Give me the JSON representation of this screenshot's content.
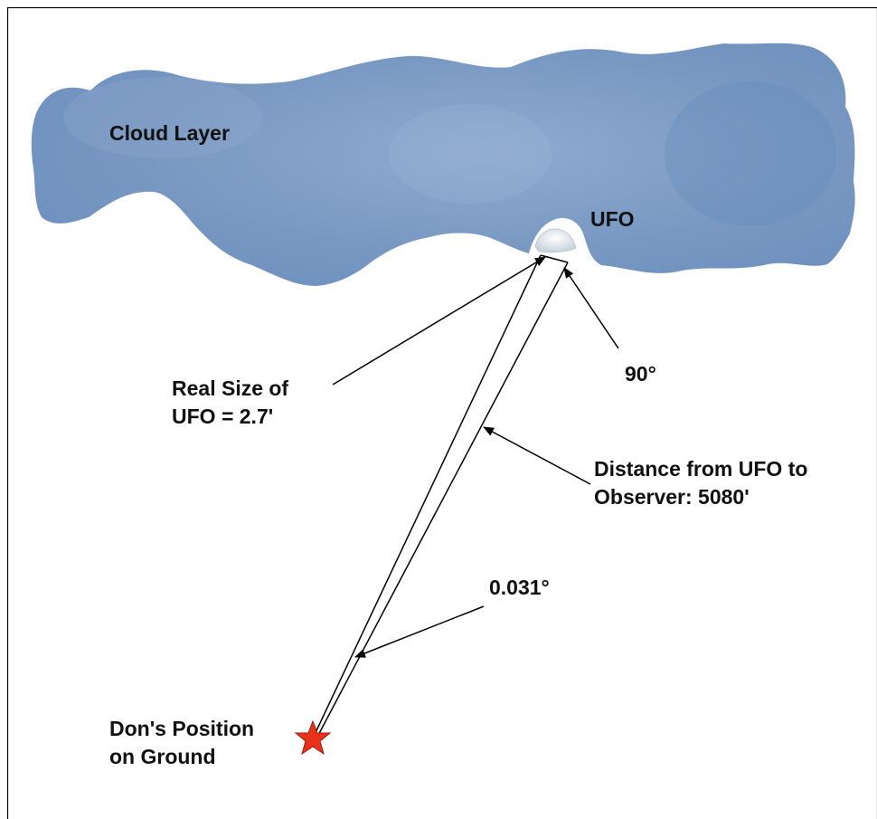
{
  "labels": {
    "cloud_layer": "Cloud Layer",
    "ufo": "UFO",
    "real_size": [
      "Real Size of",
      "UFO = 2.7'"
    ],
    "right_angle": "90°",
    "distance": [
      "Distance from UFO to",
      "Observer: 5080'"
    ],
    "angular_size": "0.031°",
    "observer": [
      "Don's Position",
      "on Ground"
    ]
  },
  "colors": {
    "cloud": "#7d9ec4",
    "cloud_dark": "#5f86b6",
    "star": "#e8321c",
    "ufo": "#e4e9ef",
    "line": "#000000"
  }
}
